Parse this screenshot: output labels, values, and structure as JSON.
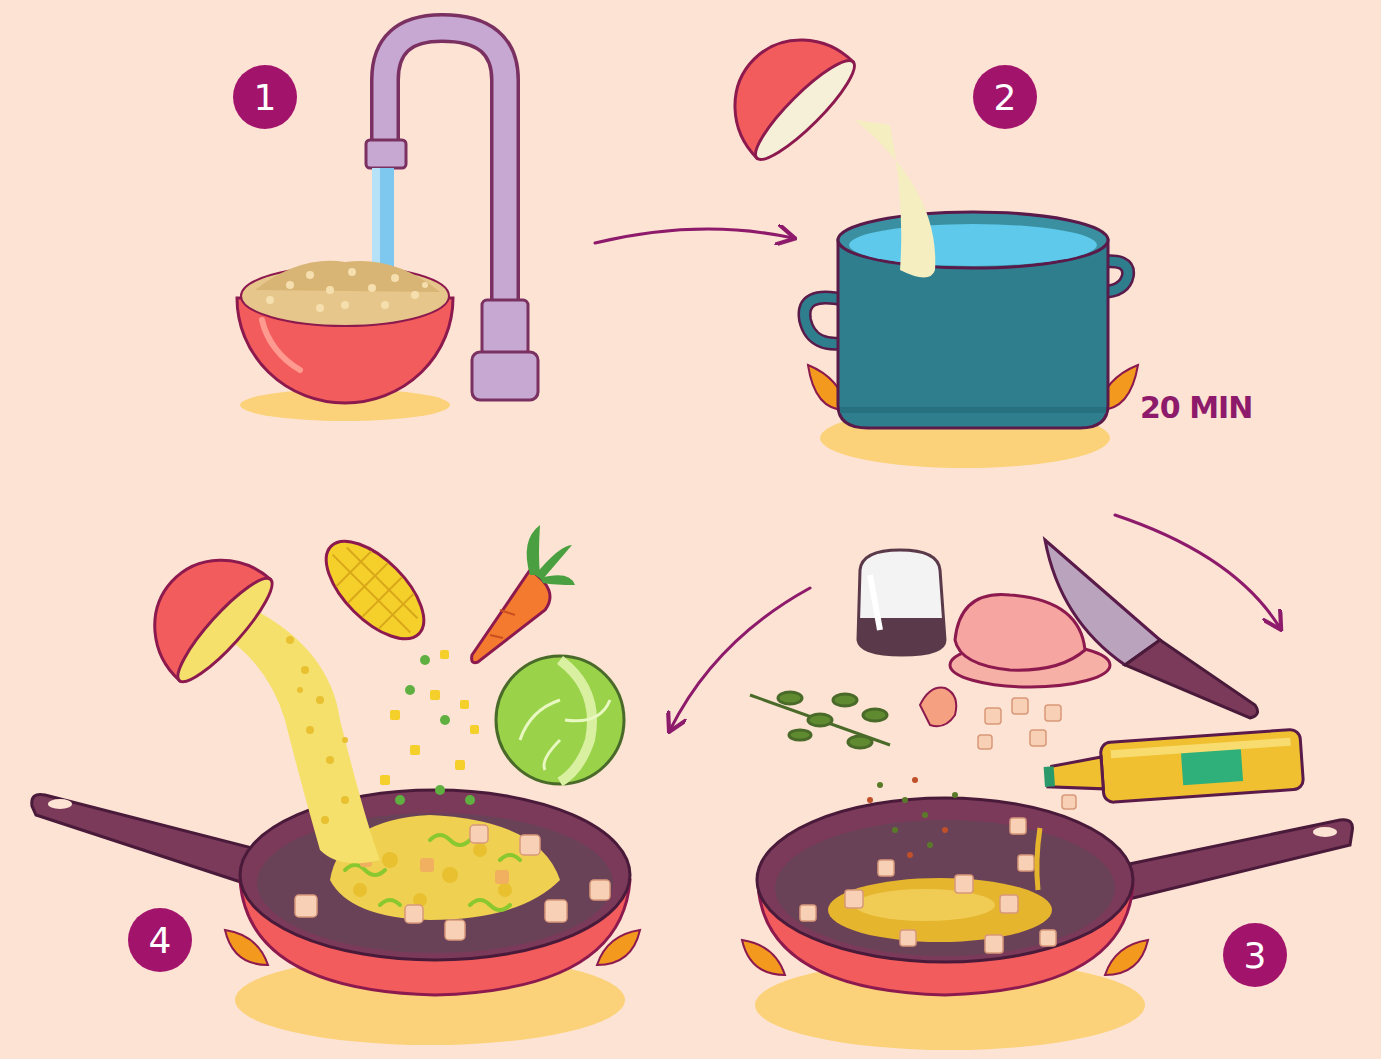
{
  "diagram": {
    "nodes": [
      {
        "text": [
          "1"
        ]
      },
      {
        "text": [
          "2"
        ]
      },
      {
        "text": [
          "3"
        ]
      },
      {
        "text": [
          "4"
        ]
      }
    ],
    "labels": [
      "20 MIN"
    ]
  }
}
